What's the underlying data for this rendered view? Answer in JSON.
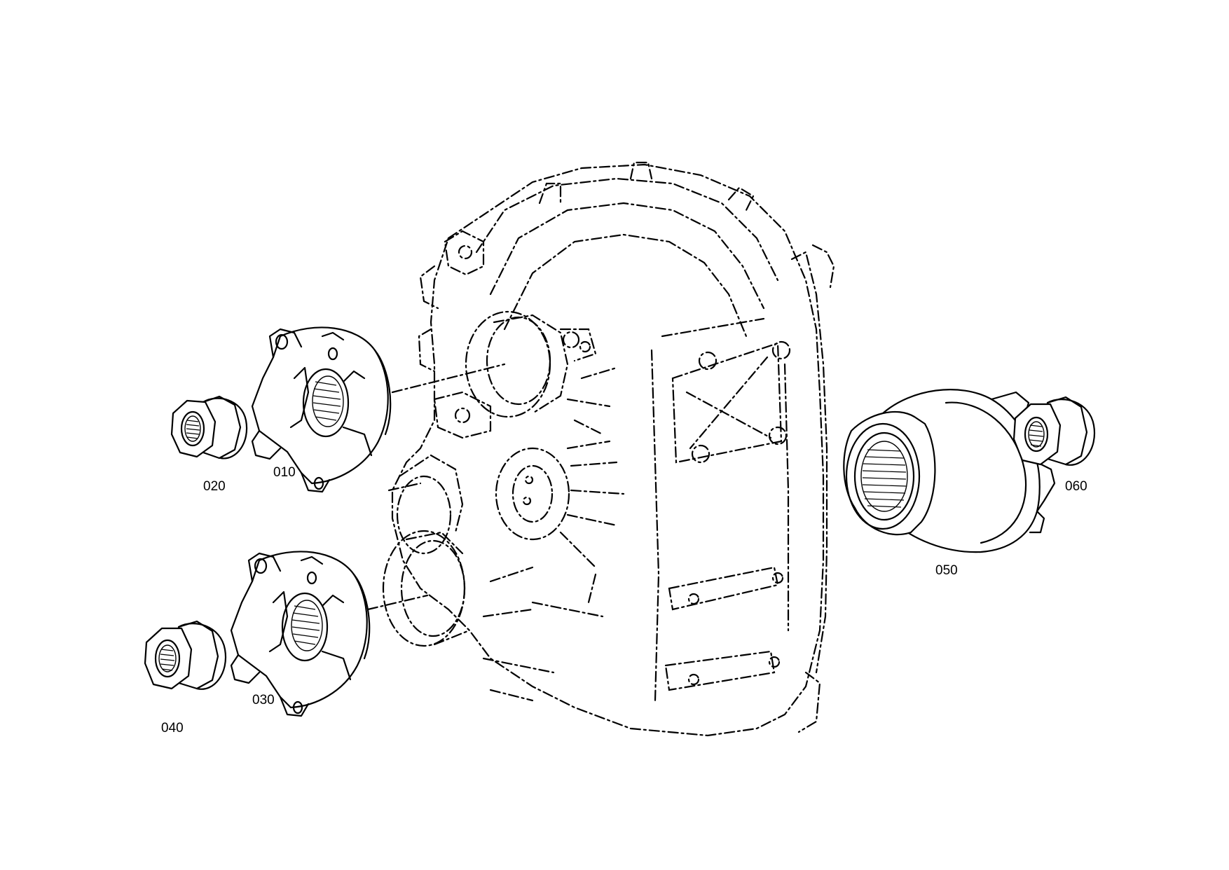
{
  "diagram": {
    "parts": [
      {
        "id": "010",
        "label": "010",
        "icon": "flange-yoke-icon"
      },
      {
        "id": "020",
        "label": "020",
        "icon": "hex-collar-nut-icon"
      },
      {
        "id": "030",
        "label": "030",
        "icon": "flange-yoke-icon"
      },
      {
        "id": "040",
        "label": "040",
        "icon": "hex-collar-nut-icon"
      },
      {
        "id": "050",
        "label": "050",
        "icon": "output-flange-icon"
      },
      {
        "id": "060",
        "label": "060",
        "icon": "hex-collar-nut-icon"
      }
    ],
    "housing_icon": "transfer-case-housing-icon",
    "line_color": "#000000",
    "background": "#ffffff"
  }
}
